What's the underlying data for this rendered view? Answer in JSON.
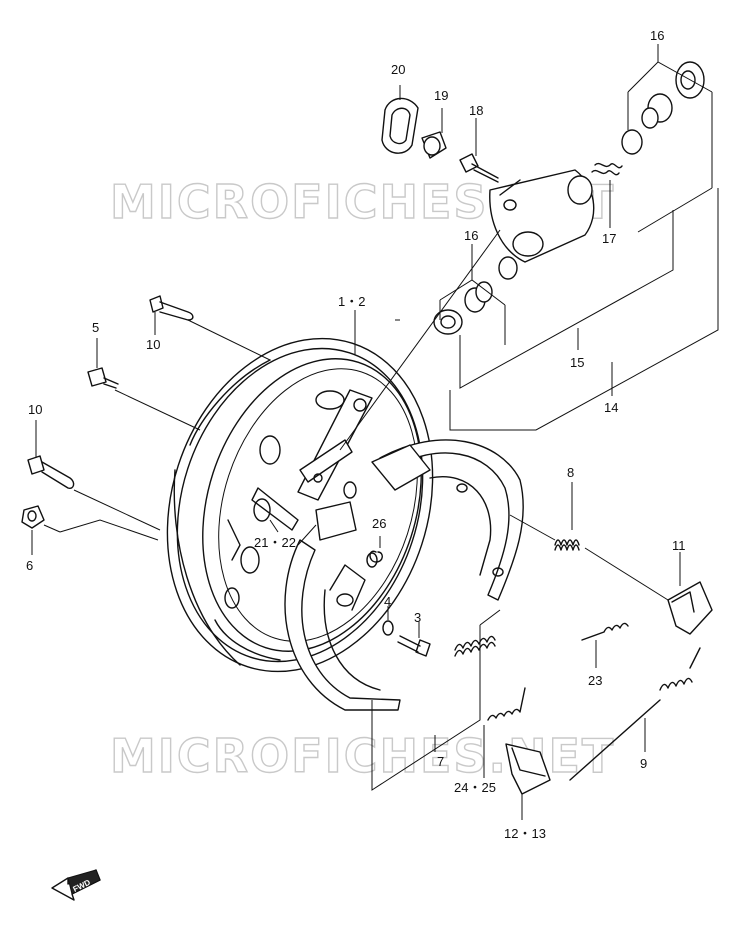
{
  "watermark": {
    "text_top": "MICROFICHES.NET",
    "text_bottom": "MICROFICHES.NET"
  },
  "callouts": {
    "c1_2": "1・2",
    "c3": "3",
    "c4": "4",
    "c5": "5",
    "c6": "6",
    "c7": "7",
    "c8": "8",
    "c9": "9",
    "c10a": "10",
    "c10b": "10",
    "c11": "11",
    "c12_13": "12・13",
    "c14": "14",
    "c15": "15",
    "c16a": "16",
    "c16b": "16",
    "c17": "17",
    "c18": "18",
    "c19": "19",
    "c20": "20",
    "c21_22": "21・22",
    "c23": "23",
    "c24_25": "24・25",
    "c26": "26"
  },
  "fwd_label": "FWD"
}
